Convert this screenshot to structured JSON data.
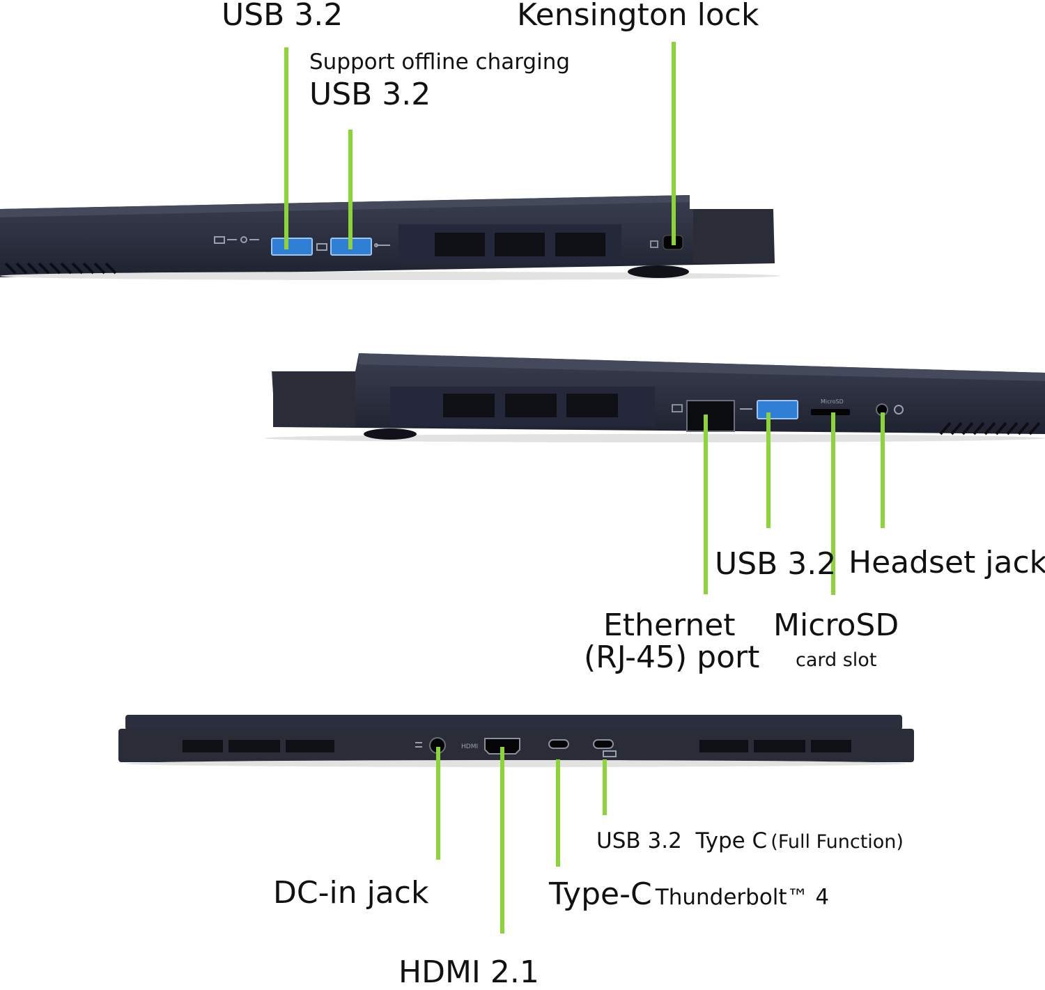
{
  "accent_color": "#8cd43a",
  "chassis_color": "#2b2f3d",
  "port_color": "#2f7fd6",
  "left_side": {
    "usb_a_1": "USB 3.2",
    "kensington": "Kensington lock",
    "usb_a_2_note": "Support offline charging",
    "usb_a_2": "USB 3.2"
  },
  "right_side": {
    "usb_a": "USB 3.2",
    "headset": "Headset jack",
    "ethernet_line1": "Ethernet",
    "ethernet_line2": "(RJ-45) port",
    "microsd_line1": "MicroSD",
    "microsd_line2": "card slot",
    "microsd_icon_text": "MicroSD"
  },
  "rear": {
    "usb_c_main": "USB 3.2  Type C",
    "usb_c_note": "(Full Function)",
    "dc_in": "DC-in jack",
    "typec_main": "Type-C",
    "typec_note": "Thunderbolt™ 4",
    "hdmi": "HDMI 2.1",
    "hdmi_icon_text": "HDMI"
  }
}
